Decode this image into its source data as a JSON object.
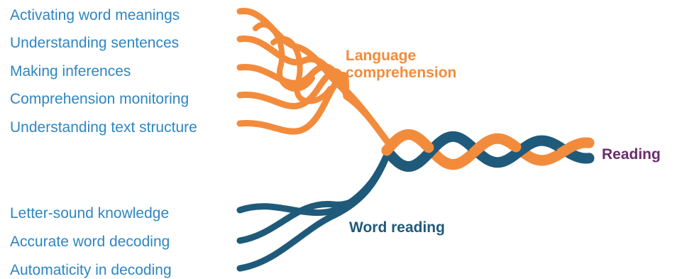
{
  "language_strands": [
    "Activating word meanings",
    "Understanding sentences",
    "Making inferences",
    "Comprehension monitoring",
    "Understanding text structure"
  ],
  "word_strands": [
    "Letter-sound knowledge",
    "Accurate word decoding",
    "Automaticity in decoding"
  ],
  "labels": {
    "language_comprehension_line1": "Language",
    "language_comprehension_line2": "comprehension",
    "word_reading": "Word reading",
    "reading": "Reading"
  },
  "colors": {
    "orange": "#f28c3c",
    "navy": "#1f5a7a",
    "strand_text": "#2e86c1",
    "reading_text": "#6b2c6b"
  }
}
